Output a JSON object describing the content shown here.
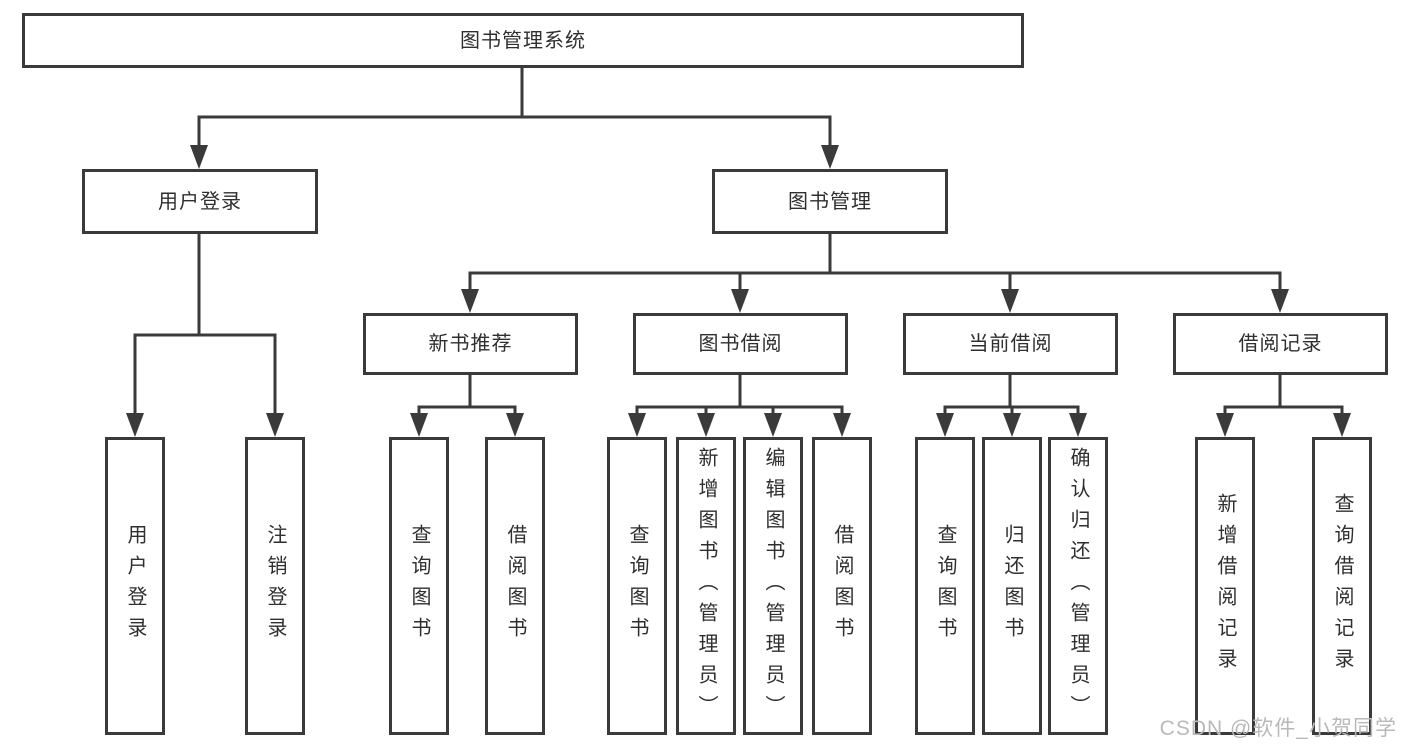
{
  "diagram": {
    "root": {
      "label": "图书管理系统"
    },
    "user_login": {
      "label": "用户登录",
      "children": [
        {
          "label": "用户登录"
        },
        {
          "label": "注销登录"
        }
      ]
    },
    "book_mgmt": {
      "label": "图书管理"
    },
    "new_book": {
      "label": "新书推荐",
      "children": [
        {
          "label": "查询图书"
        },
        {
          "label": "借阅图书"
        }
      ]
    },
    "book_borrow": {
      "label": "图书借阅",
      "children": [
        {
          "label": "查询图书"
        },
        {
          "label": "新增图书（管理员）"
        },
        {
          "label": "编辑图书（管理员）"
        },
        {
          "label": "借阅图书"
        }
      ]
    },
    "current_borrow": {
      "label": "当前借阅",
      "children": [
        {
          "label": "查询图书"
        },
        {
          "label": "归还图书"
        },
        {
          "label": "确认归还（管理员）"
        }
      ]
    },
    "borrow_records": {
      "label": "借阅记录",
      "children": [
        {
          "label": "新增借阅记录"
        },
        {
          "label": "查询借阅记录"
        }
      ]
    }
  },
  "watermark": {
    "text": "CSDN @软件_小贺同学"
  },
  "colors": {
    "line": "#3a3a3a",
    "text": "#2f2f2f",
    "watermark": "#b9b9b9",
    "background": "#ffffff"
  }
}
